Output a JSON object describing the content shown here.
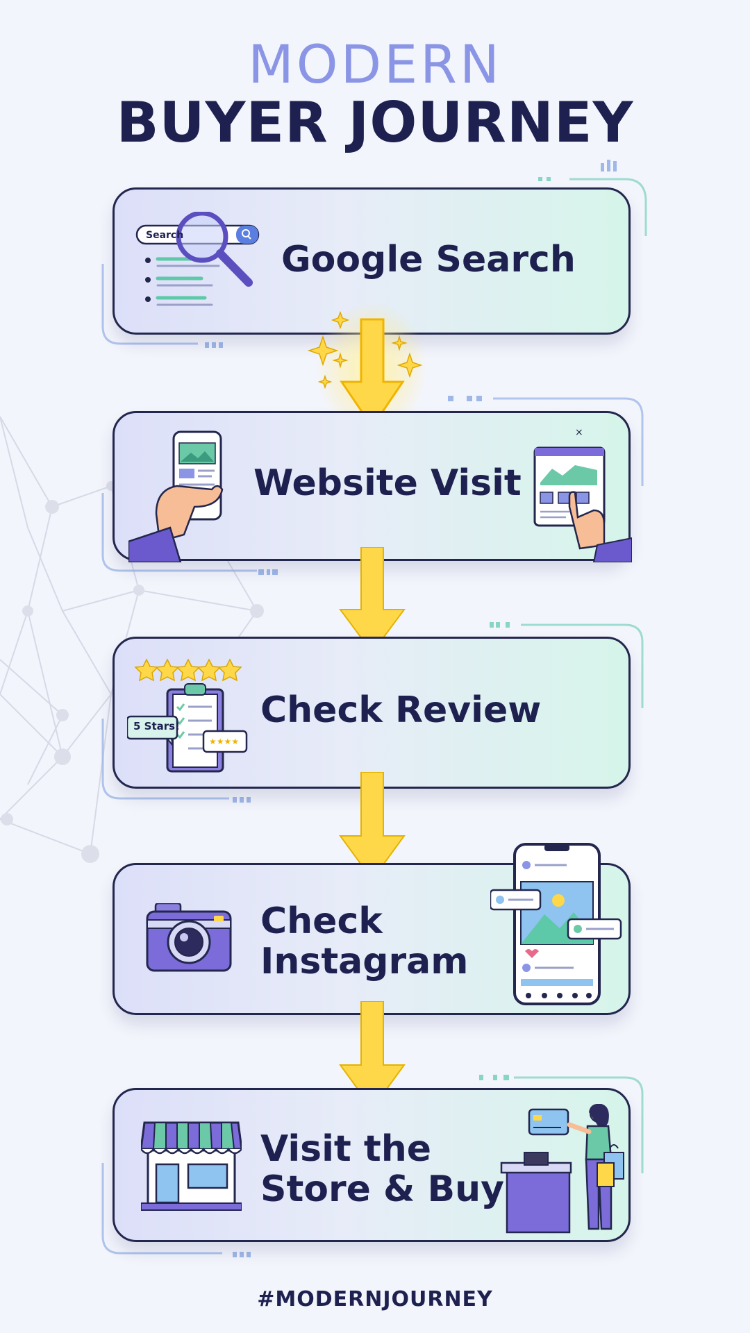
{
  "header": {
    "title_line1": "MODERN",
    "title_line2": "BUYER JOURNEY"
  },
  "steps": [
    {
      "label": "Google Search",
      "icon": "magnifier-search-icon",
      "search_text": "Search"
    },
    {
      "label": "Website Visit",
      "icon": "phone-and-browser-icon"
    },
    {
      "label": "Check Review",
      "icon": "clipboard-stars-icon",
      "badge": "5 Stars!"
    },
    {
      "label_line1": "Check",
      "label_line2": "Instagram",
      "icon": "camera-icon"
    },
    {
      "label_line1": "Visit the",
      "label_line2": "Store & Buy",
      "icon": "storefront-icon"
    }
  ],
  "footer": {
    "hashtag": "#MODERNJOURNEY"
  },
  "colors": {
    "background": "#f3f5fc",
    "navy": "#1e2150",
    "arrow_yellow": "#ffd84a",
    "accent_purple": "#7b6cd9",
    "accent_mint": "#7fd9c9"
  }
}
